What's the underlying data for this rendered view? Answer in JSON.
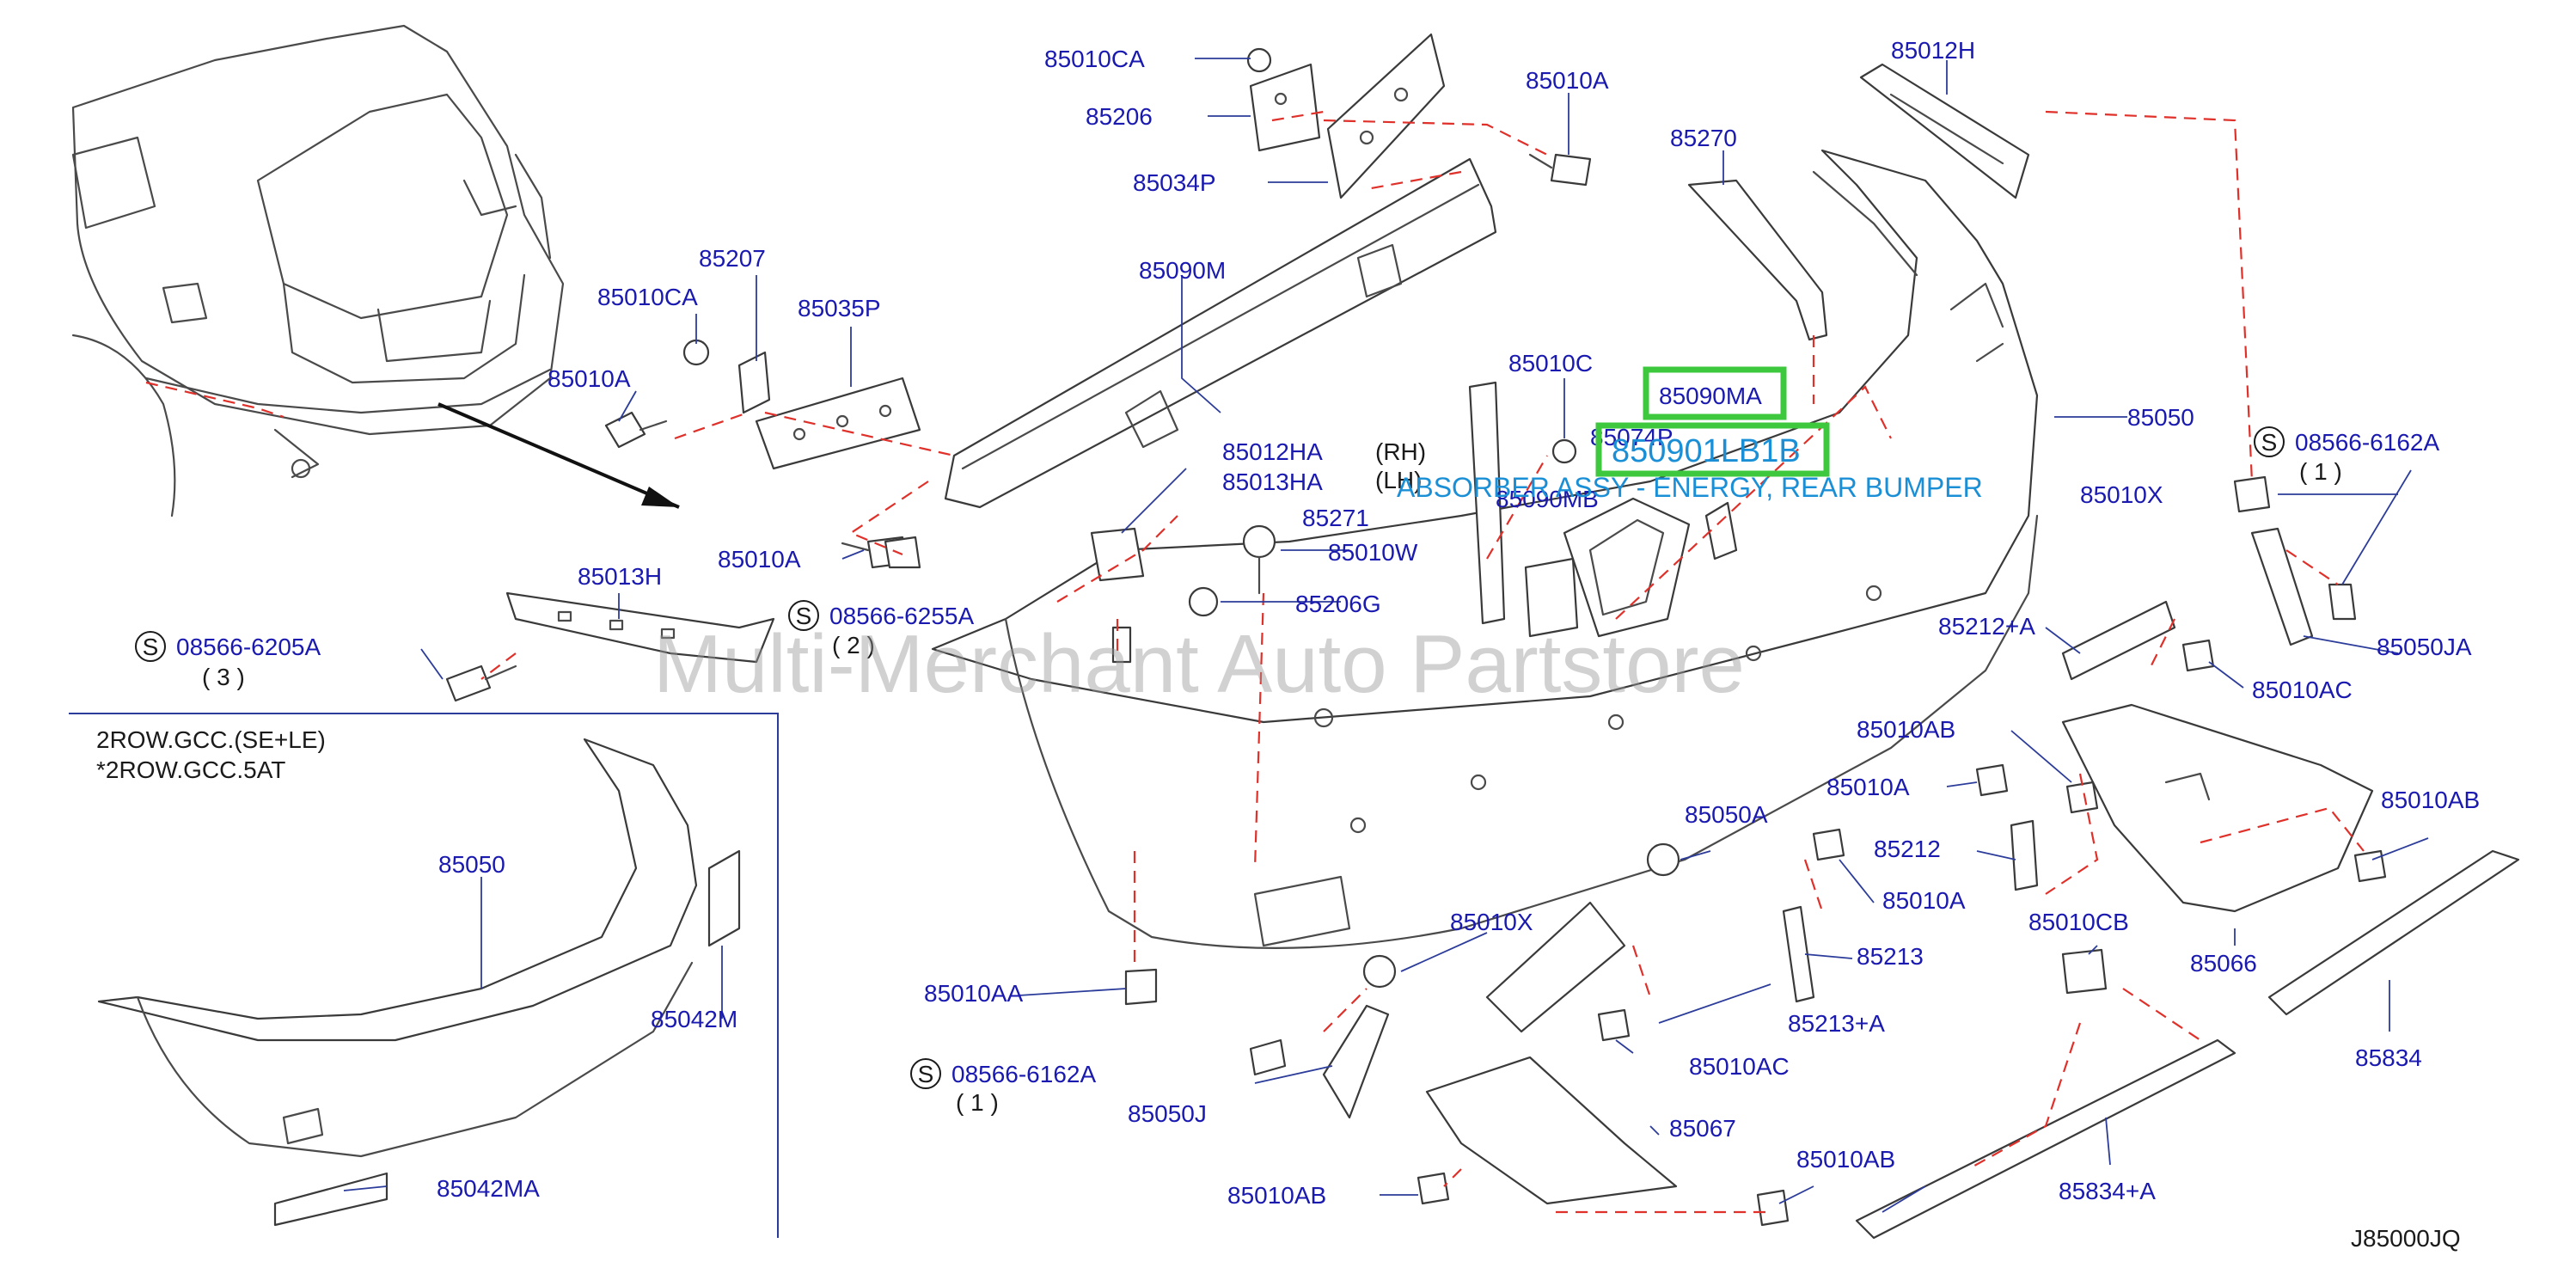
{
  "diagram": {
    "code": "J85000JQ",
    "watermark": "Multi-Merchant Auto Partstore",
    "highlight": {
      "part": "85090MA",
      "part_number": "850901LB1B",
      "description": "ABSORBER ASSY - ENERGY, REAR BUMPER"
    },
    "notes": {
      "variant_1": "2ROW.GCC.(SE+LE)",
      "variant_2": "*2ROW.GCC.5AT",
      "rh": "(RH)",
      "lh": "(LH)"
    },
    "screws": [
      {
        "id": "08566-6205A",
        "qty": "( 3 )"
      },
      {
        "id": "08566-6255A",
        "qty": "( 2 )"
      },
      {
        "id": "08566-6162A",
        "qty": "( 1 )"
      },
      {
        "id": "08566-6162A",
        "qty": "( 1 )"
      }
    ],
    "labels": [
      "85010CA",
      "85206",
      "85034P",
      "85010A",
      "85012H",
      "85270",
      "85207",
      "85010CA",
      "85035P",
      "85010A",
      "85090M",
      "85010C",
      "85050",
      "85012HA",
      "85013HA",
      "85271",
      "85090MB",
      "85074P",
      "85010A",
      "85010W",
      "85206G",
      "85013H",
      "85010X",
      "85212+A",
      "85050JA",
      "85010AC",
      "85010AB",
      "85010A",
      "85010AB",
      "85212",
      "85010A",
      "85050A",
      "85213",
      "85010CB",
      "85066",
      "85050",
      "85042M",
      "85010X",
      "85213+A",
      "85010AA",
      "85010AC",
      "85834",
      "85050J",
      "85067",
      "85010AB",
      "85010AB",
      "85834+A",
      "85042MA"
    ]
  }
}
